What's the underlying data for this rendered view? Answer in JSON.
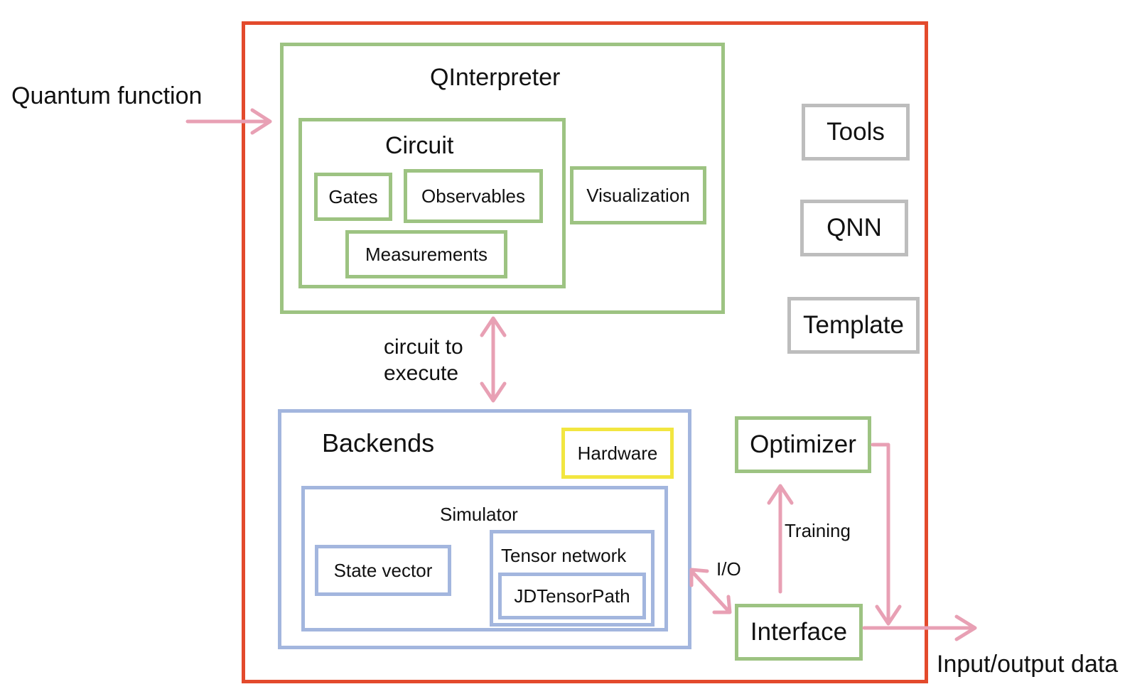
{
  "colors": {
    "outer": "#e34a2c",
    "green": "#9dc382",
    "blue": "#a3b6de",
    "gray": "#bdbdbd",
    "yellow": "#f2e640",
    "arrow": "#e8a0b4"
  },
  "labels": {
    "quantum_function": "Quantum function",
    "input_output_data": "Input/output data",
    "circuit_to_execute_line1": "circuit to",
    "circuit_to_execute_line2": "execute",
    "io": "I/O",
    "training": "Training"
  },
  "qinterpreter": {
    "title": "QInterpreter",
    "circuit": {
      "title": "Circuit",
      "gates": "Gates",
      "observables": "Observables",
      "measurements": "Measurements"
    },
    "visualization": "Visualization"
  },
  "side_modules": {
    "tools": "Tools",
    "qnn": "QNN",
    "template": "Template"
  },
  "backends": {
    "title": "Backends",
    "hardware": "Hardware",
    "simulator": {
      "title": "Simulator",
      "state_vector": "State vector",
      "tensor_network": "Tensor network",
      "jdtensorpath": "JDTensorPath"
    }
  },
  "optimizer": "Optimizer",
  "interface": "Interface"
}
